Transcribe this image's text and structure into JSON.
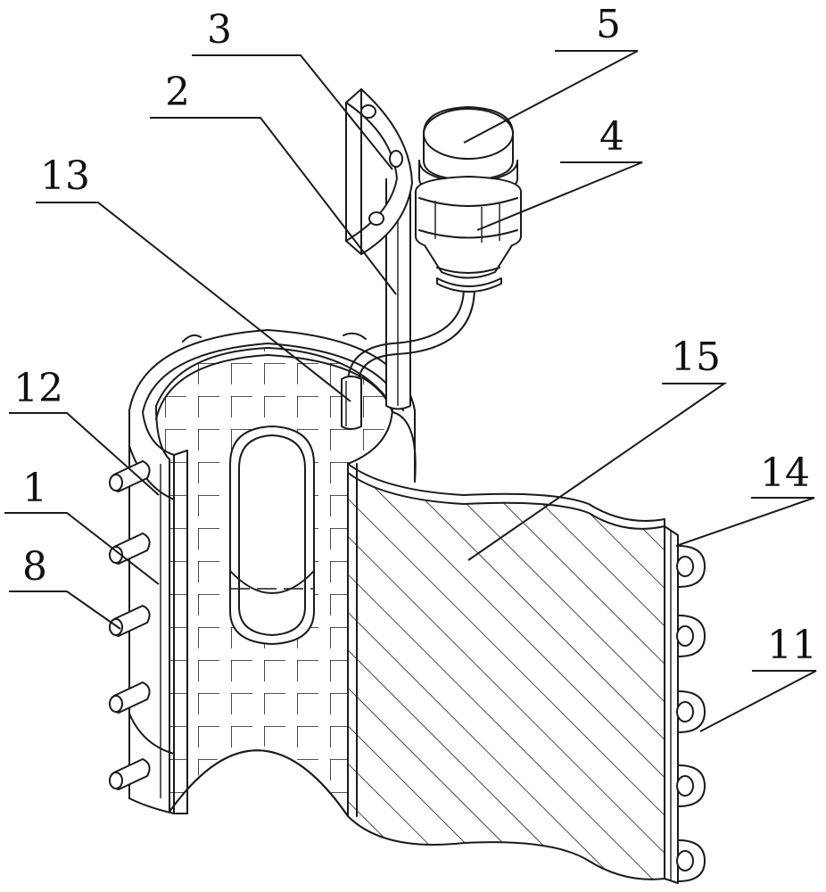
{
  "labels": {
    "l1": "1",
    "l2": "2",
    "l3": "3",
    "l4": "4",
    "l5": "5",
    "l8": "8",
    "l11": "11",
    "l12": "12",
    "l13": "13",
    "l14": "14",
    "l15": "15"
  },
  "colors": {
    "stroke": "#1a1a1a",
    "background": "#ffffff"
  }
}
